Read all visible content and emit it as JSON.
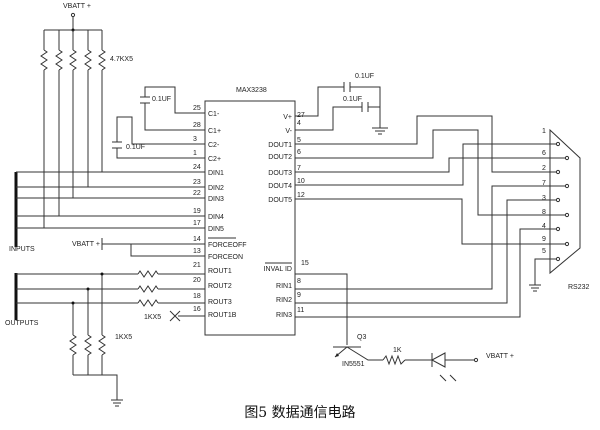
{
  "labels": {
    "vbatt_top": "VBATT +",
    "pullups": "4.7KX5",
    "chip": "MAX3238",
    "cap_c1": "0.1UF",
    "cap_c2": "0.1UF",
    "cap_vplus": "0.1UF",
    "cap_vminus": "0.1UF",
    "inputs": "INPUTS",
    "outputs": "OUTPUTS",
    "vbatt_force": "VBATT +",
    "rout_res": "1KX5",
    "pulldown_res": "1KX5",
    "connector": "RS232",
    "transistor": "Q3",
    "transistor_part": "IN5551",
    "led_res": "1K",
    "vbatt_led": "VBATT +"
  },
  "chip_left_pins": [
    {
      "num": "25",
      "name": "C1-"
    },
    {
      "num": "28",
      "name": "C1+"
    },
    {
      "num": "3",
      "name": "C2-"
    },
    {
      "num": "1",
      "name": "C2+"
    },
    {
      "num": "24",
      "name": "DIN1"
    },
    {
      "num": "23",
      "name": "DIN2"
    },
    {
      "num": "22",
      "name": "DIN3"
    },
    {
      "num": "19",
      "name": "DIN4"
    },
    {
      "num": "17",
      "name": "DIN5"
    },
    {
      "num": "14",
      "name": "FORCEOFF"
    },
    {
      "num": "13",
      "name": "FORCEON"
    },
    {
      "num": "21",
      "name": "ROUT1"
    },
    {
      "num": "20",
      "name": "ROUT2"
    },
    {
      "num": "18",
      "name": "ROUT3"
    },
    {
      "num": "16",
      "name": "ROUT1B"
    }
  ],
  "chip_right_pins": [
    {
      "num": "27",
      "name": "V+"
    },
    {
      "num": "4",
      "name": "V-"
    },
    {
      "num": "5",
      "name": "DOUT1"
    },
    {
      "num": "6",
      "name": "DOUT2"
    },
    {
      "num": "7",
      "name": "DOUT3"
    },
    {
      "num": "10",
      "name": "DOUT4"
    },
    {
      "num": "12",
      "name": "DOUT5"
    },
    {
      "num": "15",
      "name": "INVALID"
    },
    {
      "num": "8",
      "name": "RIN1"
    },
    {
      "num": "9",
      "name": "RIN2"
    },
    {
      "num": "11",
      "name": "RIN3"
    }
  ],
  "connector_pins": [
    "1",
    "6",
    "2",
    "7",
    "3",
    "8",
    "4",
    "9",
    "5"
  ],
  "caption": "图5  数据通信电路"
}
